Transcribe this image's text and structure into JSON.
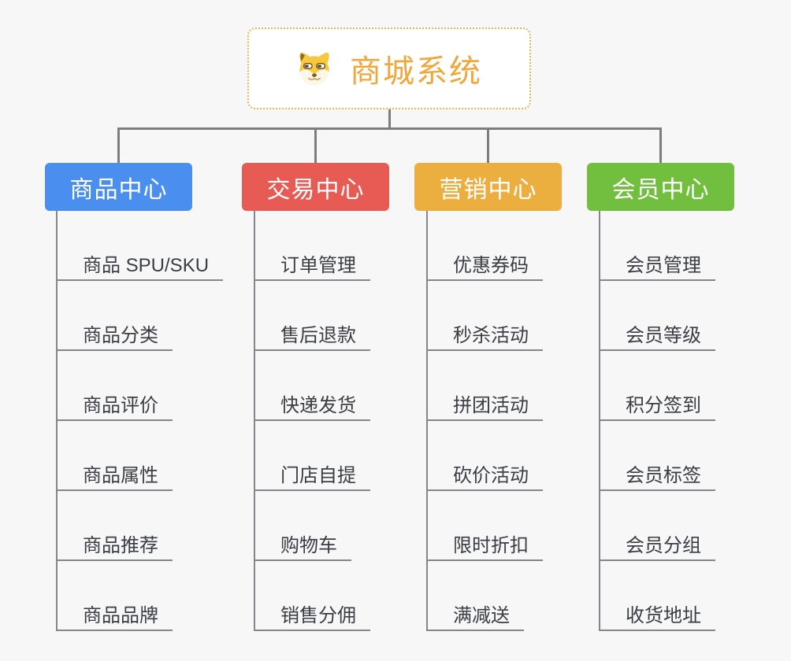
{
  "root": {
    "title": "商城系统",
    "icon": "shiba-dog-icon"
  },
  "branches": [
    {
      "label": "商品中心",
      "color": "#4a8fef",
      "children": [
        "商品 SPU/SKU",
        "商品分类",
        "商品评价",
        "商品属性",
        "商品推荐",
        "商品品牌"
      ]
    },
    {
      "label": "交易中心",
      "color": "#e85b55",
      "children": [
        "订单管理",
        "售后退款",
        "快递发货",
        "门店自提",
        "购物车",
        "销售分佣"
      ]
    },
    {
      "label": "营销中心",
      "color": "#edae40",
      "children": [
        "优惠券码",
        "秒杀活动",
        "拼团活动",
        "砍价活动",
        "限时折扣",
        "满减送"
      ]
    },
    {
      "label": "会员中心",
      "color": "#72bf40",
      "children": [
        "会员管理",
        "会员等级",
        "积分签到",
        "会员标签",
        "会员分组",
        "收货地址"
      ]
    }
  ],
  "colors": {
    "background": "#f7f7f7",
    "connector": "#7d7d7d",
    "leaf_line": "#84868a",
    "leaf_text": "#3a3e42",
    "root_border": "#f6b14f",
    "root_title": "#f0a73c",
    "branch_text": "#ffffff"
  }
}
